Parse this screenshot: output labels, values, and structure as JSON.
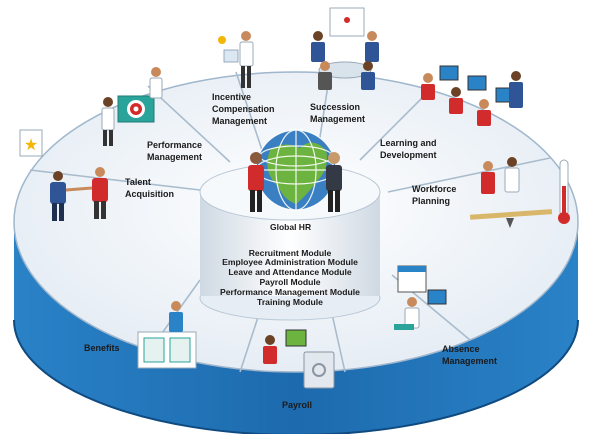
{
  "diagram": {
    "center": "Global HR",
    "modules": [
      "Recruitment Module",
      "Employee Administration Module",
      "Leave and Attendance Module",
      "Payroll Module",
      "Performance Management Module",
      "Training Module"
    ],
    "segments": {
      "talent_acquisition": [
        "Talent",
        "Acquisition"
      ],
      "performance_management": [
        "Performance",
        "Management"
      ],
      "incentive_compensation": [
        "Incentive",
        "Compensation",
        "Management"
      ],
      "succession_management": [
        "Succession",
        "Management"
      ],
      "learning_development": [
        "Learning and",
        "Development"
      ],
      "workforce_planning": [
        "Workforce",
        "Planning"
      ],
      "benefits": [
        "Benefits"
      ],
      "payroll": [
        "Payroll"
      ],
      "absence_management": [
        "Absence",
        "Management"
      ]
    }
  },
  "colors": {
    "disc_top": "#eef3f8",
    "disc_side": "#1f6fb4",
    "disc_side_dark": "#14548f",
    "globe_green": "#6db33f",
    "globe_blue": "#3a7fc1",
    "cylinder": "#ffffff"
  }
}
